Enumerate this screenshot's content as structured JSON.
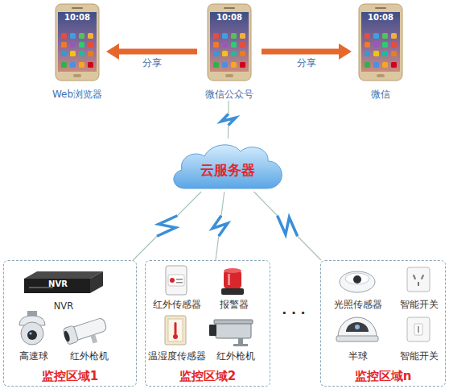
{
  "diagram": {
    "nodes": [
      {
        "text": [
          "Web浏览器"
        ]
      },
      {
        "text": [
          "微信公众号"
        ]
      },
      {
        "text": [
          "微信"
        ]
      },
      {
        "text": [
          "云服务器"
        ]
      },
      {
        "text": [
          "监控区域1"
        ]
      },
      {
        "text": [
          "NVR",
          "NVR"
        ],
        "in": 4
      },
      {
        "text": [
          "高速球"
        ],
        "in": 4
      },
      {
        "text": [
          "红外枪机"
        ],
        "in": 4
      },
      {
        "text": [
          "监控区域2"
        ]
      },
      {
        "text": [
          "红外传感器"
        ],
        "in": 8
      },
      {
        "text": [
          "报警器"
        ],
        "in": 8
      },
      {
        "text": [
          "温湿度传感器"
        ],
        "in": 8
      },
      {
        "text": [
          "红外枪机"
        ],
        "in": 8
      },
      {
        "text": [
          "监控区域n"
        ]
      },
      {
        "text": [
          "光照传感器"
        ],
        "in": 13
      },
      {
        "text": [
          "智能开关"
        ],
        "in": 13
      },
      {
        "text": [
          "半球"
        ],
        "in": 13
      },
      {
        "text": [
          "智能开关"
        ],
        "in": 13
      }
    ],
    "edges": [
      {
        "from": 1,
        "to": 0,
        "arrow": "to",
        "label": "分享"
      },
      {
        "from": 1,
        "to": 2,
        "arrow": "to",
        "label": "分享"
      },
      {
        "from": 1,
        "to": 3,
        "arrow": "none"
      },
      {
        "from": 3,
        "to": 4,
        "arrow": "none"
      },
      {
        "from": 3,
        "to": 8,
        "arrow": "none"
      },
      {
        "from": 3,
        "to": 13,
        "arrow": "none"
      }
    ],
    "labels": [
      "10:08",
      "10:08",
      "10:08",
      "· · ·"
    ]
  }
}
